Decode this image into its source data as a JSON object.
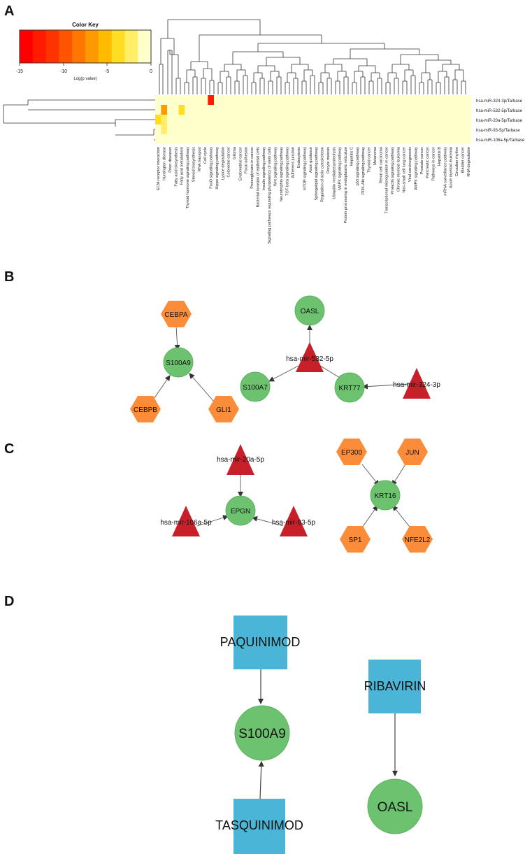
{
  "panels": {
    "a": "A",
    "b": "B",
    "c": "C",
    "d": "D"
  },
  "heatmap": {
    "key_title": "Color Key",
    "key_ticks": [
      "-15",
      "-10",
      "-5",
      "0"
    ],
    "key_label": "Log(p value)",
    "key_colors": [
      "#ff0000",
      "#ff1a00",
      "#ff3300",
      "#ff5500",
      "#ff7700",
      "#ff9900",
      "#ffbb00",
      "#ffdd22",
      "#ffee66",
      "#ffffcc"
    ],
    "row_labels": [
      "hsa-miR-324-3p/Tarbase",
      "hsa-miR-532-5p/Tarbase",
      "hsa-miR-20a-5p/Tarbase",
      "hsa-miR-93-5p/Tarbase",
      "hsa-miR-106a-5p/Tarbase"
    ],
    "col_labels": [
      "ECM-receptor interaction",
      "Huntington disease",
      "Prion diseases",
      "Fatty acid biosynthesis",
      "Fatty acid metabolism",
      "Thyroid hormone signaling pathway",
      "Steroid biosynthesis",
      "RNA transport",
      "Cell cycle",
      "FoxO signaling pathway",
      "Hippo signaling pathway",
      "Lysine degradation",
      "Colorectal cancer",
      "Glioma",
      "Endometrial cancer",
      "Focal adhesion",
      "Proteoglycans in cancer",
      "Bacterial invasion of epithelial cells",
      "Insulin signaling pathway",
      "Signaling pathways regulating pluripotency of stem cells",
      "Wnt signaling pathway",
      "Neurotrophin signaling pathway",
      "TGF-beta signaling pathway",
      "Adherens junction",
      "Endocytosis",
      "mTOR signaling pathway",
      "Axon guidance",
      "Sphingolipid signaling pathway",
      "Regulation of actin cytoskeleton",
      "Oocyte meiosis",
      "Ubiquitin mediated proteolysis",
      "MAPK signaling pathway",
      "Protein processing in endoplasmic reticulum",
      "Hepatitis C",
      "p53 signaling pathway",
      "PI3K-Akt signaling pathway",
      "Thyroid cancer",
      "Melanoma",
      "Renal cell carcinoma",
      "Transcriptional misregulation in cancer",
      "Prolactin signaling pathway",
      "Chronic myeloid leukemia",
      "Non-small cell lung cancer",
      "Viral carcinogenesis",
      "AMPK signaling pathway",
      "Prostate cancer",
      "Pancreatic cancer",
      "Pathways in cancer",
      "Hepatitis B",
      "mRNA surveillance pathway",
      "Acute myeloid leukemia",
      "Circadian rhythm",
      "Bladder cancer",
      "RNA degradation"
    ],
    "values": [
      "0000000008000000000000000000000000000000000000000000000",
      "0400200000000000000000000000000000000000000000000000000",
      "2100000000000000000000000000000000000000000000000000000",
      "0100000000000000000000000000000000000000000000000000000",
      "0000000000000000000000000000000000000000000000000000000"
    ]
  },
  "network_b": {
    "nodes": [
      {
        "id": "CEBPA",
        "label": "CEBPA",
        "kind": "tf"
      },
      {
        "id": "S100A9",
        "label": "S100A9",
        "kind": "gene"
      },
      {
        "id": "CEBPB",
        "label": "CEBPB",
        "kind": "tf"
      },
      {
        "id": "GLI1",
        "label": "GLI1",
        "kind": "tf"
      },
      {
        "id": "S100A7",
        "label": "S100A7",
        "kind": "gene"
      },
      {
        "id": "OASL",
        "label": "OASL",
        "kind": "gene"
      },
      {
        "id": "mir532",
        "label": "hsa-mir-532-5p",
        "kind": "mirna"
      },
      {
        "id": "KRT77",
        "label": "KRT77",
        "kind": "gene"
      },
      {
        "id": "mir324",
        "label": "hsa-mir-324-3p",
        "kind": "mirna"
      }
    ],
    "edges": [
      [
        "CEBPA",
        "S100A9"
      ],
      [
        "CEBPB",
        "S100A9"
      ],
      [
        "GLI1",
        "S100A9"
      ],
      [
        "mir532",
        "OASL"
      ],
      [
        "mir532",
        "S100A7"
      ],
      [
        "mir532",
        "KRT77"
      ],
      [
        "mir324",
        "KRT77"
      ]
    ]
  },
  "network_c": {
    "nodes": [
      {
        "id": "mir20a",
        "label": "hsa-mir-20a-5p",
        "kind": "mirna"
      },
      {
        "id": "EPGN",
        "label": "EPGN",
        "kind": "gene"
      },
      {
        "id": "mir106a",
        "label": "hsa-mir-106a-5p",
        "kind": "mirna"
      },
      {
        "id": "mir93",
        "label": "hsa-mir-93-5p",
        "kind": "mirna"
      },
      {
        "id": "EP300",
        "label": "EP300",
        "kind": "tf"
      },
      {
        "id": "JUN",
        "label": "JUN",
        "kind": "tf"
      },
      {
        "id": "KRT16",
        "label": "KRT16",
        "kind": "gene"
      },
      {
        "id": "SP1",
        "label": "SP1",
        "kind": "tf"
      },
      {
        "id": "NFE2L2",
        "label": "NFE2L2",
        "kind": "tf"
      }
    ],
    "edges": [
      [
        "mir20a",
        "EPGN"
      ],
      [
        "mir106a",
        "EPGN"
      ],
      [
        "mir93",
        "EPGN"
      ],
      [
        "EP300",
        "KRT16"
      ],
      [
        "JUN",
        "KRT16"
      ],
      [
        "SP1",
        "KRT16"
      ],
      [
        "NFE2L2",
        "KRT16"
      ]
    ]
  },
  "network_d": {
    "nodes": [
      {
        "id": "PAQUINIMOD",
        "label": "PAQUINIMOD",
        "kind": "drug"
      },
      {
        "id": "S100A9",
        "label": "S100A9",
        "kind": "gene"
      },
      {
        "id": "TASQUINIMOD",
        "label": "TASQUINIMOD",
        "kind": "drug"
      },
      {
        "id": "RIBAVIRIN",
        "label": "RIBAVIRIN",
        "kind": "drug"
      },
      {
        "id": "OASL",
        "label": "OASL",
        "kind": "gene"
      }
    ],
    "edges": [
      [
        "PAQUINIMOD",
        "S100A9"
      ],
      [
        "TASQUINIMOD",
        "S100A9"
      ],
      [
        "RIBAVIRIN",
        "OASL"
      ]
    ]
  },
  "colors": {
    "gene": "#6cc26f",
    "gene_stroke": "#5cb25f",
    "tf": "#fb8c3a",
    "mirna": "#c8202a",
    "drug": "#4ab5d6",
    "edge": "#444444",
    "heat_base": "#ffffcc",
    "dendrogram": "#333333"
  }
}
